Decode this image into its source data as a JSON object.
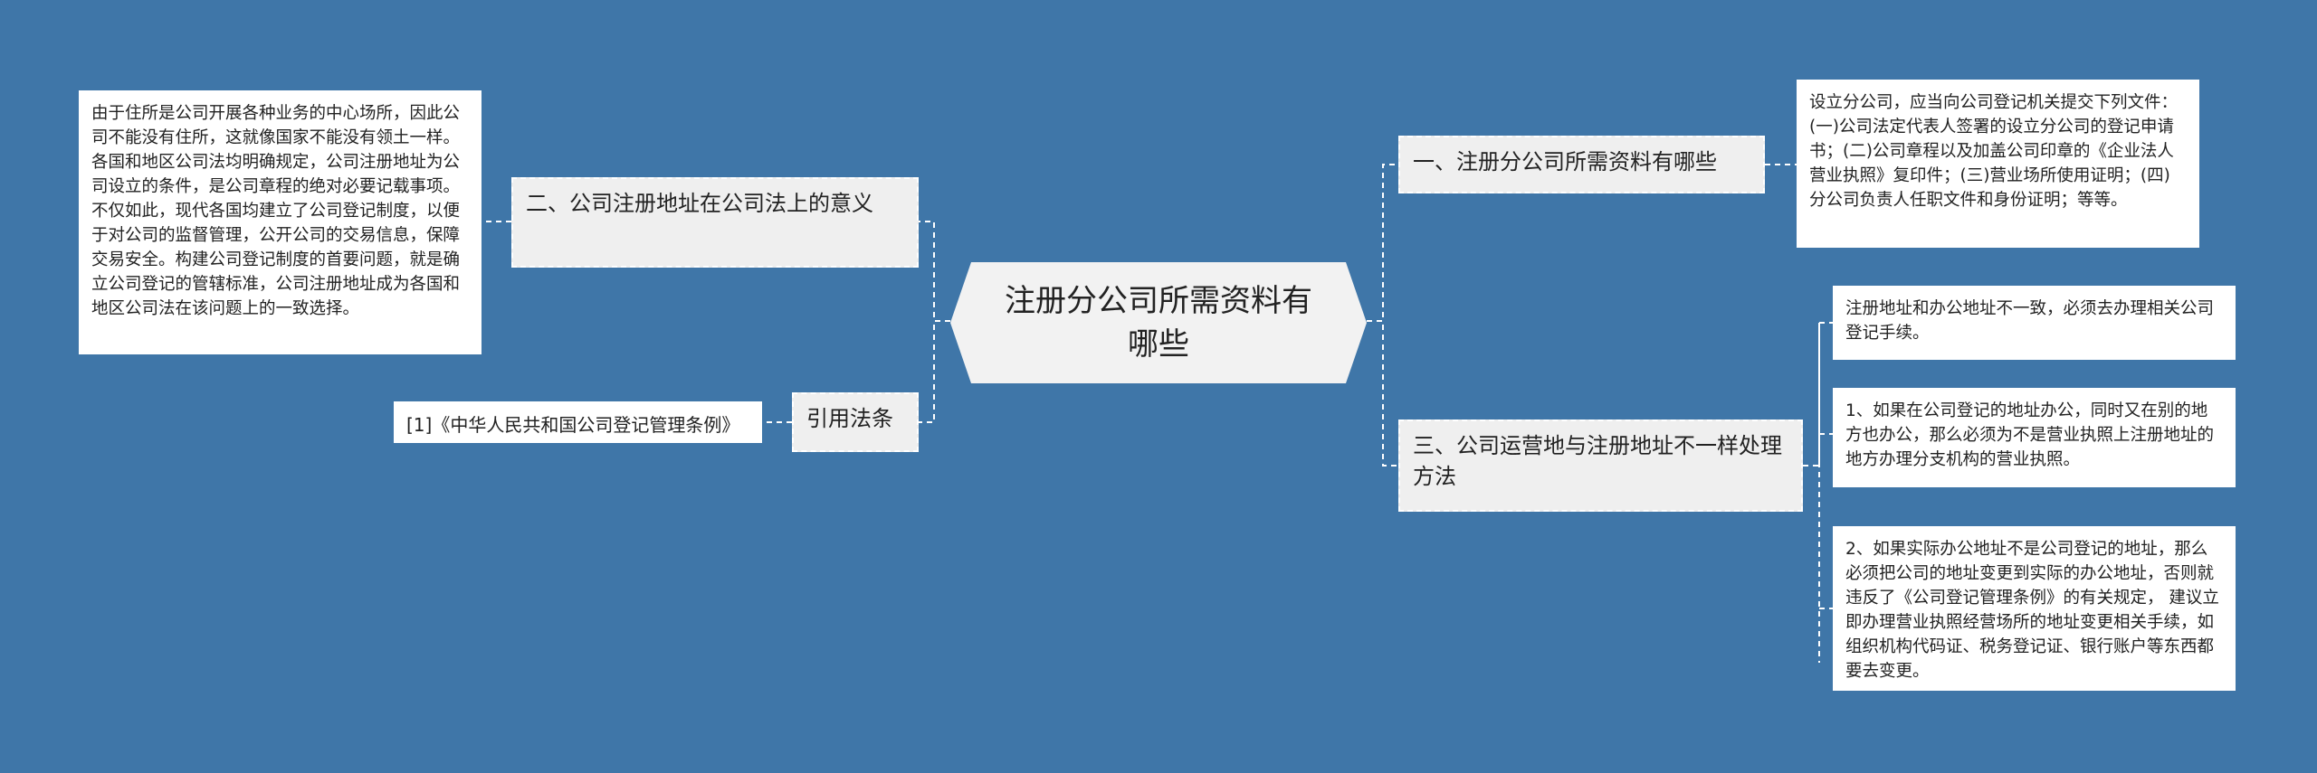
{
  "root": {
    "label": "注册分公司所需资料有哪些"
  },
  "branches": {
    "b1": {
      "label": "一、注册分公司所需资料有哪些"
    },
    "b2": {
      "label": "二、公司注册地址在公司法上的意义"
    },
    "b3": {
      "label": "三、公司运营地与注册地址不一样处理方法"
    },
    "b4": {
      "label": "引用法条"
    }
  },
  "leaves": {
    "l1": {
      "text": "设立分公司，应当向公司登记机关提交下列文件：(一)公司法定代表人签署的设立分公司的登记申请书；(二)公司章程以及加盖公司印章的《企业法人营业执照》复印件；(三)营业场所使用证明；(四)分公司负责人任职文件和身份证明；等等。"
    },
    "l2": {
      "text": "由于住所是公司开展各种业务的中心场所，因此公司不能没有住所，这就像国家不能没有领土一样。各国和地区公司法均明确规定，公司注册地址为公司设立的条件，是公司章程的绝对必要记载事项。不仅如此，现代各国均建立了公司登记制度，以便于对公司的监督管理，公开公司的交易信息，保障交易安全。构建公司登记制度的首要问题，就是确立公司登记的管辖标准，公司注册地址成为各国和地区公司法在该问题上的一致选择。"
    },
    "l3a": {
      "text": "注册地址和办公地址不一致，必须去办理相关公司登记手续。"
    },
    "l3b": {
      "text": "1、如果在公司登记的地址办公，同时又在别的地方也办公，那么必须为不是营业执照上注册地址的地方办理分支机构的营业执照。"
    },
    "l3c": {
      "text": "2、如果实际办公地址不是公司登记的地址，那么必须把公司的地址变更到实际的办公地址，否则就违反了《公司登记管理条例》的有关规定， 建议立即办理营业执照经营场所的地址变更相关手续，如组织机构代码证、税务登记证、银行账户等东西都要去变更。"
    },
    "l4": {
      "text": "[1]《中华人民共和国公司登记管理条例》"
    }
  }
}
